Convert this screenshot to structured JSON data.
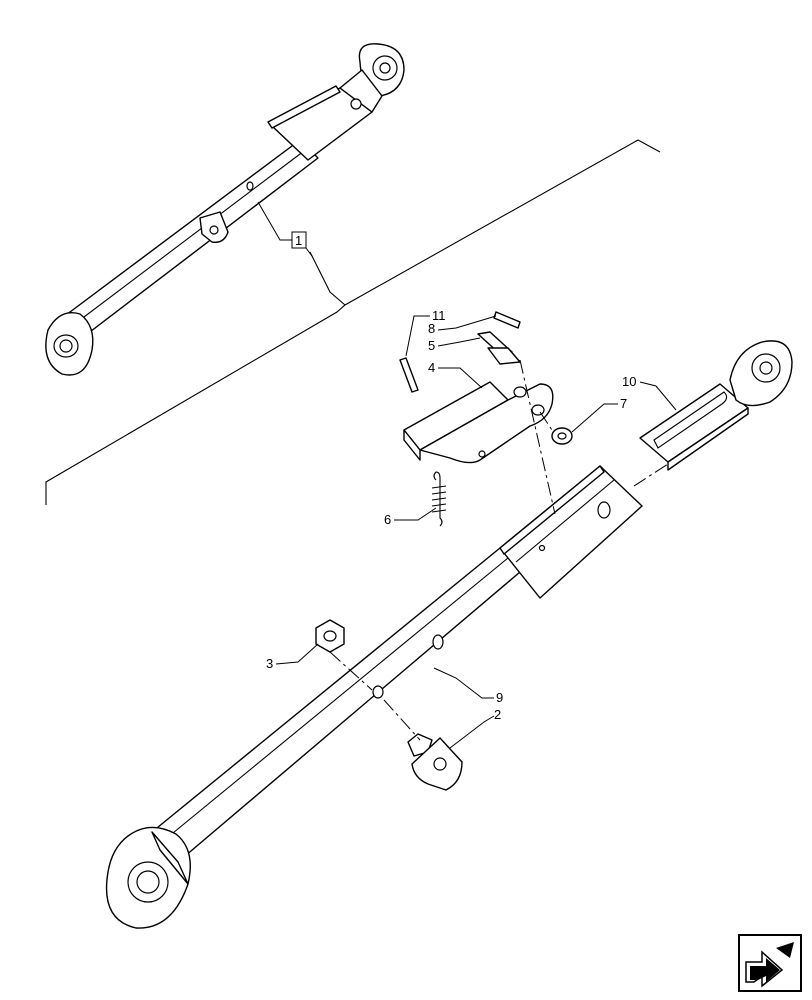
{
  "callouts": {
    "c1": "1",
    "c2": "2",
    "c3": "3",
    "c4": "4",
    "c5": "5",
    "c6": "6",
    "c7": "7",
    "c8": "8",
    "c9": "9",
    "c10": "10",
    "c11": "11"
  },
  "icons": {
    "nav": "next-page-arrow-icon"
  }
}
